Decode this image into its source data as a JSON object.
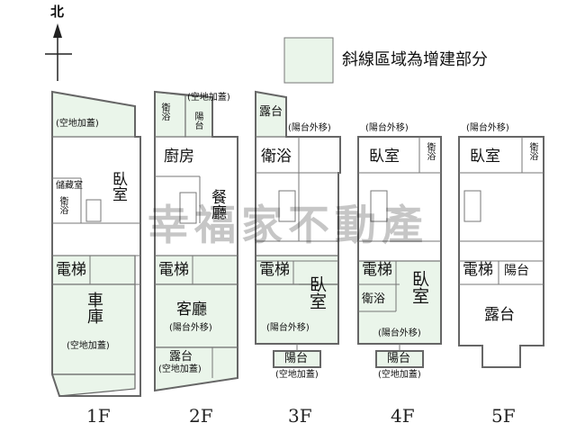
{
  "compass": {
    "label": "北"
  },
  "legend": {
    "text": "斜線區域為增建部分"
  },
  "watermark": "幸福家不動產",
  "floors": {
    "f1": {
      "name": "1F",
      "top_note": "(空地加蓋)",
      "storage": "儲藏室",
      "bath": "衛浴",
      "bedroom": "臥室",
      "elevator": "電梯",
      "garage": "車庫",
      "bottom_note": "(空地加蓋)"
    },
    "f2": {
      "name": "2F",
      "top_note": "(空地加蓋)",
      "bath": "衛浴",
      "balcony": "陽台",
      "kitchen": "廚房",
      "dining": "餐廳",
      "elevator": "電梯",
      "living": "客廳",
      "living_note": "(陽台外移)",
      "terrace": "露台",
      "terrace_note": "(空地加蓋)"
    },
    "f3": {
      "name": "3F",
      "terrace": "露台",
      "top_note": "(陽台外移)",
      "bath": "衛浴",
      "elevator": "電梯",
      "bedroom": "臥室",
      "bedroom_note": "(陽台外移)",
      "balcony": "陽台",
      "bottom_note": "(空地加蓋)"
    },
    "f4": {
      "name": "4F",
      "top_note": "(陽台外移)",
      "bedroom1": "臥室",
      "bath1": "衛浴",
      "elevator": "電梯",
      "bath2": "衛浴",
      "bedroom2": "臥室",
      "bedroom_note": "(陽台外移)",
      "balcony": "陽台",
      "bottom_note": "(空地加蓋)"
    },
    "f5": {
      "name": "5F",
      "top_note": "(陽台外移)",
      "bedroom": "臥室",
      "bath": "衛浴",
      "elevator": "電梯",
      "balcony": "陽台",
      "terrace": "露台"
    }
  },
  "colors": {
    "addition_fill": "#eaf5ea",
    "wall": "#666666",
    "watermark": "#000000"
  }
}
